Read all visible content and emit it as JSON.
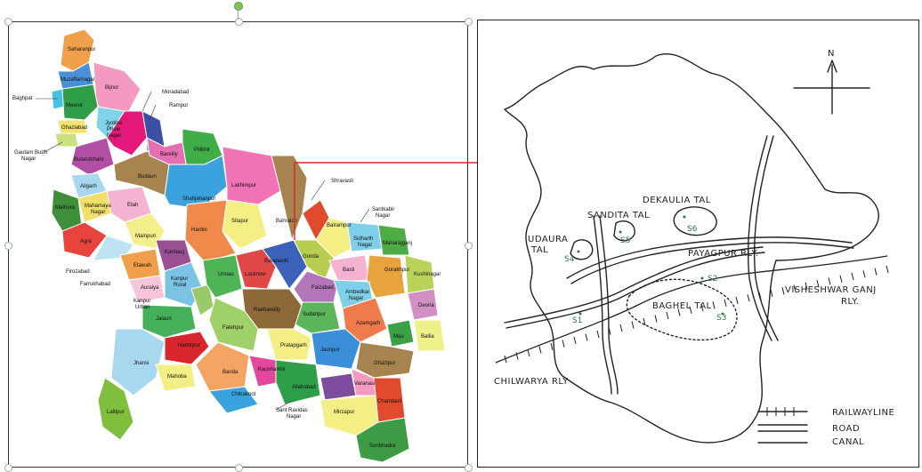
{
  "left_map": {
    "districts": [
      {
        "name": "Saharanpur",
        "color": "#f0a04b"
      },
      {
        "name": "Muzaffarnagar",
        "color": "#4a90d9"
      },
      {
        "name": "Bijnor",
        "color": "#f49ac1"
      },
      {
        "name": "Meerut",
        "color": "#2e9e48"
      },
      {
        "name": "Ghaziabad",
        "color": "#f3e36b"
      },
      {
        "name": "Jyotiba Phule Nagar",
        "color": "#7fd3ea"
      },
      {
        "name": "Bulandshahr",
        "color": "#b14fa6"
      },
      {
        "name": "Aligarh",
        "color": "#a8d8ef"
      },
      {
        "name": "Mathura",
        "color": "#3f8e3a"
      },
      {
        "name": "Mahamaya Nagar",
        "color": "#f0e06a"
      },
      {
        "name": "Agra",
        "color": "#e8433c"
      },
      {
        "name": "Etah",
        "color": "#f4b3d0"
      },
      {
        "name": "Budaun",
        "color": "#a7844f"
      },
      {
        "name": "Bareilly",
        "color": "#e56fb1"
      },
      {
        "name": "Pilibhit",
        "color": "#3fae49"
      },
      {
        "name": "Shahjahanpur",
        "color": "#3aa2dc"
      },
      {
        "name": "Lakhimpur",
        "color": "#ef73b5"
      },
      {
        "name": "Sitapur",
        "color": "#f3ef85"
      },
      {
        "name": "Hardoi",
        "color": "#f08a4b"
      },
      {
        "name": "Mainpuri",
        "color": "#f4ef8d"
      },
      {
        "name": "Firozabad",
        "color": "#bde3f2"
      },
      {
        "name": "Etawah",
        "color": "#f0a04b"
      },
      {
        "name": "Kannauj",
        "color": "#9a4e93"
      },
      {
        "name": "Auraiya",
        "color": "#f6c5dc"
      },
      {
        "name": "Kanpur Rural",
        "color": "#7bc3e4"
      },
      {
        "name": "Kanpur Urban",
        "color": "#9ac86a"
      },
      {
        "name": "Unnao",
        "color": "#4eb455"
      },
      {
        "name": "Lucknow",
        "color": "#e04848"
      },
      {
        "name": "Barabanki",
        "color": "#3b62b8"
      },
      {
        "name": "Bahraich",
        "color": "#a7844f"
      },
      {
        "name": "Shravasti",
        "color": "#e24a2d"
      },
      {
        "name": "Balrampur",
        "color": "#f3ef85"
      },
      {
        "name": "Gonda",
        "color": "#b7cd50"
      },
      {
        "name": "Siddharth Nagar",
        "color": "#7fcfe9"
      },
      {
        "name": "Maharajganj",
        "color": "#4eac47"
      },
      {
        "name": "Basti",
        "color": "#f5b1d0"
      },
      {
        "name": "Faizabad",
        "color": "#b275b7"
      },
      {
        "name": "Gorakhpur",
        "color": "#e8a33f"
      },
      {
        "name": "Kushinagar",
        "color": "#b9d35a"
      },
      {
        "name": "Deoria",
        "color": "#d28fc4"
      },
      {
        "name": "Raebareli",
        "color": "#8d6939"
      },
      {
        "name": "Sultanpur",
        "color": "#5ab55b"
      },
      {
        "name": "Ambedkar Nagar",
        "color": "#7fcfe9"
      },
      {
        "name": "Azamgarh",
        "color": "#ef7a4b"
      },
      {
        "name": "Mau",
        "color": "#3aa244"
      },
      {
        "name": "Ballia",
        "color": "#eef08a"
      },
      {
        "name": "Pratapgarh",
        "color": "#f3ef85"
      },
      {
        "name": "Jaunpur",
        "color": "#3a8fd8"
      },
      {
        "name": "Ghazipur",
        "color": "#a7844f"
      },
      {
        "name": "Jalaun",
        "color": "#45b05a"
      },
      {
        "name": "Fatehpur",
        "color": "#9fd06a"
      },
      {
        "name": "Hamirpur",
        "color": "#d8262c"
      },
      {
        "name": "Jhansi",
        "color": "#a8d8ef"
      },
      {
        "name": "Lalitpur",
        "color": "#80bf3d"
      },
      {
        "name": "Mahoba",
        "color": "#f3ef85"
      },
      {
        "name": "Banda",
        "color": "#f4a563"
      },
      {
        "name": "Chitrakoot",
        "color": "#3aa2dc"
      },
      {
        "name": "Kaushambi",
        "color": "#e3489e"
      },
      {
        "name": "Allahabad",
        "color": "#2e9e48"
      },
      {
        "name": "Sant Ravidas Nagar",
        "color": "#7e4c9e"
      },
      {
        "name": "Varanasi",
        "color": "#f49ac1"
      },
      {
        "name": "Chandauli",
        "color": "#e24a2d"
      },
      {
        "name": "Mirzapur",
        "color": "#f3ef85"
      },
      {
        "name": "Sonbhadra",
        "color": "#3d9a45"
      },
      {
        "name": "Rampur",
        "color": "#3b4fa3"
      },
      {
        "name": "Moradabad",
        "color": "#e3187a"
      },
      {
        "name": "Baghpat",
        "color": "#46c1e0"
      },
      {
        "name": "Gautam Budh Nagar",
        "color": "#c9e27e"
      }
    ],
    "labels": {
      "saharanpur": "Saharanpur",
      "muzaffarnagar": "Muzaffarnagar",
      "baghpat": "Baghpat",
      "meerut": "Meerut",
      "ghaziabad": "Ghaziabad",
      "gautam": "Gautam Budh",
      "gautam2": "Nagar",
      "bulandshahr": "Bulandshahr",
      "aligarh": "Aligarh",
      "mathura": "Mathura",
      "mahamaya": "Mahamaya",
      "mahamaya2": "Nagar",
      "agra": "Agra",
      "firozabad": "Firozabad",
      "farrukhabad": "Farrukhabad",
      "etah": "Etah",
      "mainpuri": "Mainpuri",
      "etawah": "Etawah",
      "kannauj": "Kannauj",
      "auraiya": "Auraiya",
      "kanpurrural": "Kanpur",
      "kanpurrural2": "Rural",
      "kanpururban": "Kanpur",
      "kanpururban2": "Urban",
      "jalaun": "Jalaun",
      "jhansi": "Jhansi",
      "lalitpur": "Lalitpur",
      "mahoba": "Mahoba",
      "hamirpur": "Hamirpur",
      "banda": "Banda",
      "chitrakoot": "Chitrakoot",
      "fatehpur": "Fatehpur",
      "kaushambi": "Kaushambi",
      "allahabad": "Allahabad",
      "santravidas": "Sant Ravidas",
      "santravidas2": "Nagar",
      "mirzapur": "Mirzapur",
      "sonbhadra": "Sonbhadra",
      "varanasi": "Varanasi",
      "ghazipur": "Ghazipur",
      "jaunpur": "Jaunpur",
      "pratapgarh": "Pratapgarh",
      "sultanpur": "Sultanpur",
      "raebareli": "Raebareilly",
      "unnao": "Unnao",
      "lucknow": "Lucknow",
      "hardoi": "Hardoi",
      "sitapur": "Sitapur",
      "lakhimpur": "Lakhimpur",
      "shahjahanpur": "Shahjahanpur",
      "budaun": "Budaun",
      "bareilly": "Bareilly",
      "pilibhit": "Pilibhit",
      "bijnor": "Bijnor",
      "moradabad": "Moradabad",
      "rampur": "Rampur",
      "jyotiba": "Jyotiba",
      "jyotiba2": "Phule",
      "jyotiba3": "Nagar",
      "bahraich": "Bahraich",
      "shravasti": "Shravasti",
      "balrampur": "Balrampur",
      "gonda": "Gonda",
      "barabanki": "Barabanki",
      "faizabad": "Faizabad",
      "basti": "Basti",
      "santkabir": "Santkabir",
      "santkabir2": "Nagar",
      "sidharth": "Sidharth",
      "sidharth2": "Nagar",
      "maharajganj": "Maharajganj",
      "gorakhpur": "Gorakhpur",
      "kushinagar": "Kushinagar",
      "deoria": "Deoria",
      "ambedkar": "Ambedkar",
      "ambedkar2": "Nagar",
      "azamgarh": "Azamgarh",
      "mau": "Mau",
      "ballia": "Ballia",
      "chandauli": "Chandauli"
    }
  },
  "right_map": {
    "north": "N",
    "lakes": {
      "dekaulia": "DEKAULIA TAL",
      "sandita": "SANDITA TAL",
      "udaura": "UDAURA",
      "udaura2": "TAL",
      "baghel": "BAGHEL TAL"
    },
    "railways": {
      "payagpur": "PAYAGPUR RLY.",
      "visheshwar": "VISHESHWAR GANJ",
      "visheshwar2": "RLY.",
      "chilwarya": "CHILWARYA RLY"
    },
    "sites": {
      "s1": "S1",
      "s2": "S2",
      "s3": "S3",
      "s4": "S4",
      "s5": "S5",
      "s6": "S6"
    },
    "legend": {
      "railway": "RAILWAYLINE",
      "road": "ROAD",
      "canal": "CANAL"
    }
  }
}
